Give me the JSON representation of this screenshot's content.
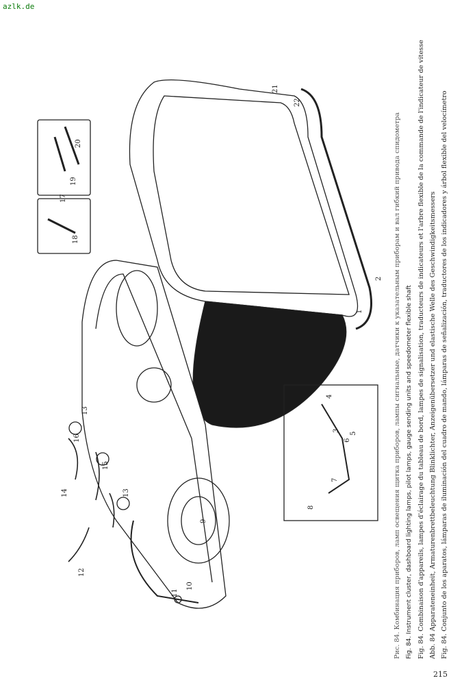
{
  "header": {
    "site": "azlk.de"
  },
  "captions": {
    "ru": "Рис. 84. Комбинация приборов, ламп освещения щитка приборов, лампы сигнальные, датчики к указательным приборам и вал гибкий привода спидометра",
    "en": "Fig. 84. Instrument cluster, dashboard lighting lamps, pilot lamps, gauge sending units and speedometer flexible shaft",
    "fr": "Fig. 84. Combinaison d'appareils, lampes d'éclairage du tableau de bord, lampes de signalisation, traducteurs de indicateurs et l'arbre flexible de la commande de  l'indicateur de vitesse",
    "de": "Abb. 84 Apparateneinheit, Armaturenbrettbeleuchtung Blinklichter, Anzeigenübersetzer und elastische Welle des Geschwindigkeitsmessers",
    "es": "Fig. 84. Conjunto de los aparatos, lámparas de iluminación del cuadro de mando, lámparas de señalización, traductores de los indicadores y árbol flexible del velocímetro"
  },
  "figure": {
    "part_labels": [
      "1",
      "2",
      "3",
      "4",
      "5",
      "6",
      "7",
      "8",
      "9",
      "10",
      "11",
      "12",
      "13",
      "13",
      "14",
      "15",
      "16",
      "17",
      "18",
      "19",
      "20",
      "21",
      "22"
    ]
  },
  "footer": {
    "page_number": "215"
  }
}
